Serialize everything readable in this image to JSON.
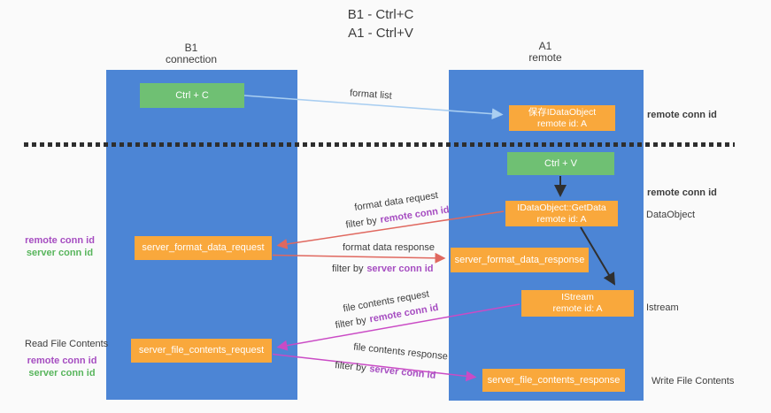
{
  "title": {
    "line1": "B1 - Ctrl+C",
    "line2": "A1 - Ctrl+V"
  },
  "lanes": {
    "left": {
      "name": "B1",
      "role": "connection"
    },
    "right": {
      "name": "A1",
      "role": "remote"
    }
  },
  "nodes": {
    "ctrl_c": {
      "label": "Ctrl + C"
    },
    "save_idataobject": {
      "line1": "保存IDataObject",
      "line2": "remote id: A"
    },
    "ctrl_v": {
      "label": "Ctrl + V"
    },
    "getdata": {
      "line1": "IDataObject::GetData",
      "line2": "remote id: A"
    },
    "format_request": {
      "label": "server_format_data_request"
    },
    "format_response": {
      "label": "server_format_data_response"
    },
    "istream": {
      "line1": "IStream",
      "line2": "remote id: A"
    },
    "file_request": {
      "label": "server_file_contents_request"
    },
    "file_response": {
      "label": "server_file_contents_response"
    }
  },
  "arrow_labels": {
    "format_list": "format list",
    "format_data_request": "format data request",
    "format_data_response": "format data response",
    "file_contents_request": "file contents request",
    "file_contents_response": "file contents response",
    "filter_by": "filter by",
    "remote_conn_id": "remote conn id",
    "server_conn_id": "server conn id"
  },
  "side_labels": {
    "remote_conn_id": "remote conn id",
    "server_conn_id": "server conn id",
    "dataobject": "DataObject",
    "istream": "Istream",
    "read_file_contents": "Read File Contents",
    "write_file_contents": "Write File Contents"
  },
  "colors": {
    "lane_blue": "#4c85d5",
    "node_orange": "#f9a83c",
    "node_green": "#6fc073",
    "arrow_red": "#e0685f",
    "arrow_magenta": "#ca4bc5",
    "arrow_lightblue": "#a9cef1",
    "arrow_black": "#2f2f2f",
    "text_purple": "#a64dc1",
    "text_green": "#58b55c",
    "text_dark": "#3d3d3d",
    "background": "#fafafa"
  }
}
